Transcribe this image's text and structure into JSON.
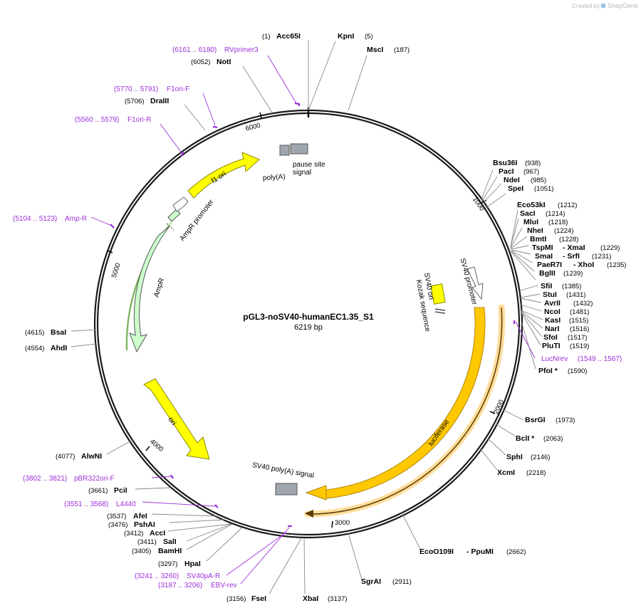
{
  "credit": {
    "text": "Created by",
    "brand": "SnapGene"
  },
  "plasmid": {
    "name": "pGL3-noSV40-humanEC1.35_S1",
    "length_label": "6219 bp"
  },
  "ticks": [
    "1000",
    "2000",
    "3000",
    "4000",
    "5000",
    "6000"
  ],
  "enzymes": {
    "acc65i": {
      "name": "Acc65I",
      "pos": "(1)"
    },
    "kpni": {
      "name": "KpnI",
      "pos": "(5)"
    },
    "msci": {
      "name": "MscI",
      "pos": "(187)"
    },
    "noti": {
      "name": "NotI",
      "pos": "(6052)"
    },
    "draiii": {
      "name": "DraIII",
      "pos": "(5706)"
    },
    "bsu36i": {
      "name": "Bsu36I",
      "pos": "(938)"
    },
    "paci": {
      "name": "PacI",
      "pos": "(967)"
    },
    "ndei": {
      "name": "NdeI",
      "pos": "(985)"
    },
    "spei": {
      "name": "SpeI",
      "pos": "(1051)"
    },
    "eco53ki": {
      "name": "Eco53kI",
      "pos": "(1212)"
    },
    "saci": {
      "name": "SacI",
      "pos": "(1214)"
    },
    "mlui": {
      "name": "MluI",
      "pos": "(1218)"
    },
    "nhei": {
      "name": "NheI",
      "pos": "(1224)"
    },
    "bmti": {
      "name": "BmtI",
      "pos": "(1228)"
    },
    "tspmi": {
      "name": "TspMI",
      "sep": "- XmaI",
      "pos": "(1229)"
    },
    "smai": {
      "name": "SmaI",
      "sep": "- SrfI",
      "pos": "(1231)"
    },
    "paer7i": {
      "name": "PaeR7I",
      "sep": "- XhoI",
      "pos": "(1235)"
    },
    "bglii": {
      "name": "BglII",
      "pos": "(1239)"
    },
    "sfii": {
      "name": "SfiI",
      "pos": "(1385)"
    },
    "stui": {
      "name": "StuI",
      "pos": "(1431)"
    },
    "avrii": {
      "name": "AvrII",
      "pos": "(1432)"
    },
    "ncoi": {
      "name": "NcoI",
      "pos": "(1481)"
    },
    "kasi": {
      "name": "KasI",
      "pos": "(1515)"
    },
    "nari": {
      "name": "NarI",
      "pos": "(1516)"
    },
    "sfoi": {
      "name": "SfoI",
      "pos": "(1517)"
    },
    "pluti": {
      "name": "PluTI",
      "pos": "(1519)"
    },
    "pfoi": {
      "name": "PfoI *",
      "pos": "(1590)"
    },
    "bsrgi": {
      "name": "BsrGI",
      "pos": "(1973)"
    },
    "bcli": {
      "name": "BclI *",
      "pos": "(2063)"
    },
    "sphi": {
      "name": "SphI",
      "pos": "(2146)"
    },
    "xcmi": {
      "name": "XcmI",
      "pos": "(2218)"
    },
    "eco0109i": {
      "name": "EcoO109I",
      "sep": "- PpuMI",
      "pos": "(2662)"
    },
    "sgrai": {
      "name": "SgrAI",
      "pos": "(2911)"
    },
    "xbai": {
      "name": "XbaI",
      "pos": "(3137)"
    },
    "fsei": {
      "name": "FseI",
      "pos": "(3156)"
    },
    "hpai": {
      "name": "HpaI",
      "pos": "(3297)"
    },
    "bamhi": {
      "name": "BamHI",
      "pos": "(3405)"
    },
    "sali": {
      "name": "SalI",
      "pos": "(3411)"
    },
    "acci": {
      "name": "AccI",
      "pos": "(3412)"
    },
    "pshai": {
      "name": "PshAI",
      "pos": "(3476)"
    },
    "afei": {
      "name": "AfeI",
      "pos": "(3537)"
    },
    "pcii": {
      "name": "PciI",
      "pos": "(3661)"
    },
    "alwni": {
      "name": "AlwNI",
      "pos": "(4077)"
    },
    "ahdi": {
      "name": "AhdI",
      "pos": "(4554)"
    },
    "bsai": {
      "name": "BsaI",
      "pos": "(4615)"
    }
  },
  "primers": {
    "rvprimer3": {
      "name": "RVprimer3",
      "range": "(6161 .. 6180)"
    },
    "f1orif": {
      "name": "F1ori-F",
      "range": "(5770 .. 5791)"
    },
    "f1orir": {
      "name": "F1ori-R",
      "range": "(5560 .. 5579)"
    },
    "ampr": {
      "name": "Amp-R",
      "range": "(5104 .. 5123)"
    },
    "lucnrev": {
      "name": "LucNrev",
      "range": "(1549 .. 1567)"
    },
    "pbr322orif": {
      "name": "pBR322ori-F",
      "range": "(3802 .. 3821)"
    },
    "l4440": {
      "name": "L4440",
      "range": "(3551 .. 3568)"
    },
    "sv40par": {
      "name": "SV40pA-R",
      "range": "(3241 .. 3260)"
    },
    "ebvrev": {
      "name": "EBV-rev",
      "range": "(3187 .. 3206)"
    }
  },
  "features": {
    "pause_site_1": "pause site",
    "pause_site_2": "signal",
    "polya": "poly(A)",
    "f1ori": "f1 ori",
    "ampr_promoter": "AmpR promoter",
    "ampr": "AmpR",
    "ori": "ori",
    "sv40_promoter": "SV40 promoter",
    "sv40_ori": "SV40 ori",
    "kozak": "Kozak sequence",
    "luciferase": "luciferase",
    "sv40_polya": "SV40 poly(A) signal"
  },
  "colors": {
    "primer": "#9b30d9",
    "yellow_feature": "#ffff00",
    "luciferase": "#ffc800",
    "ampr": "#ccffcc",
    "grey_feature": "#a0a6ae"
  }
}
